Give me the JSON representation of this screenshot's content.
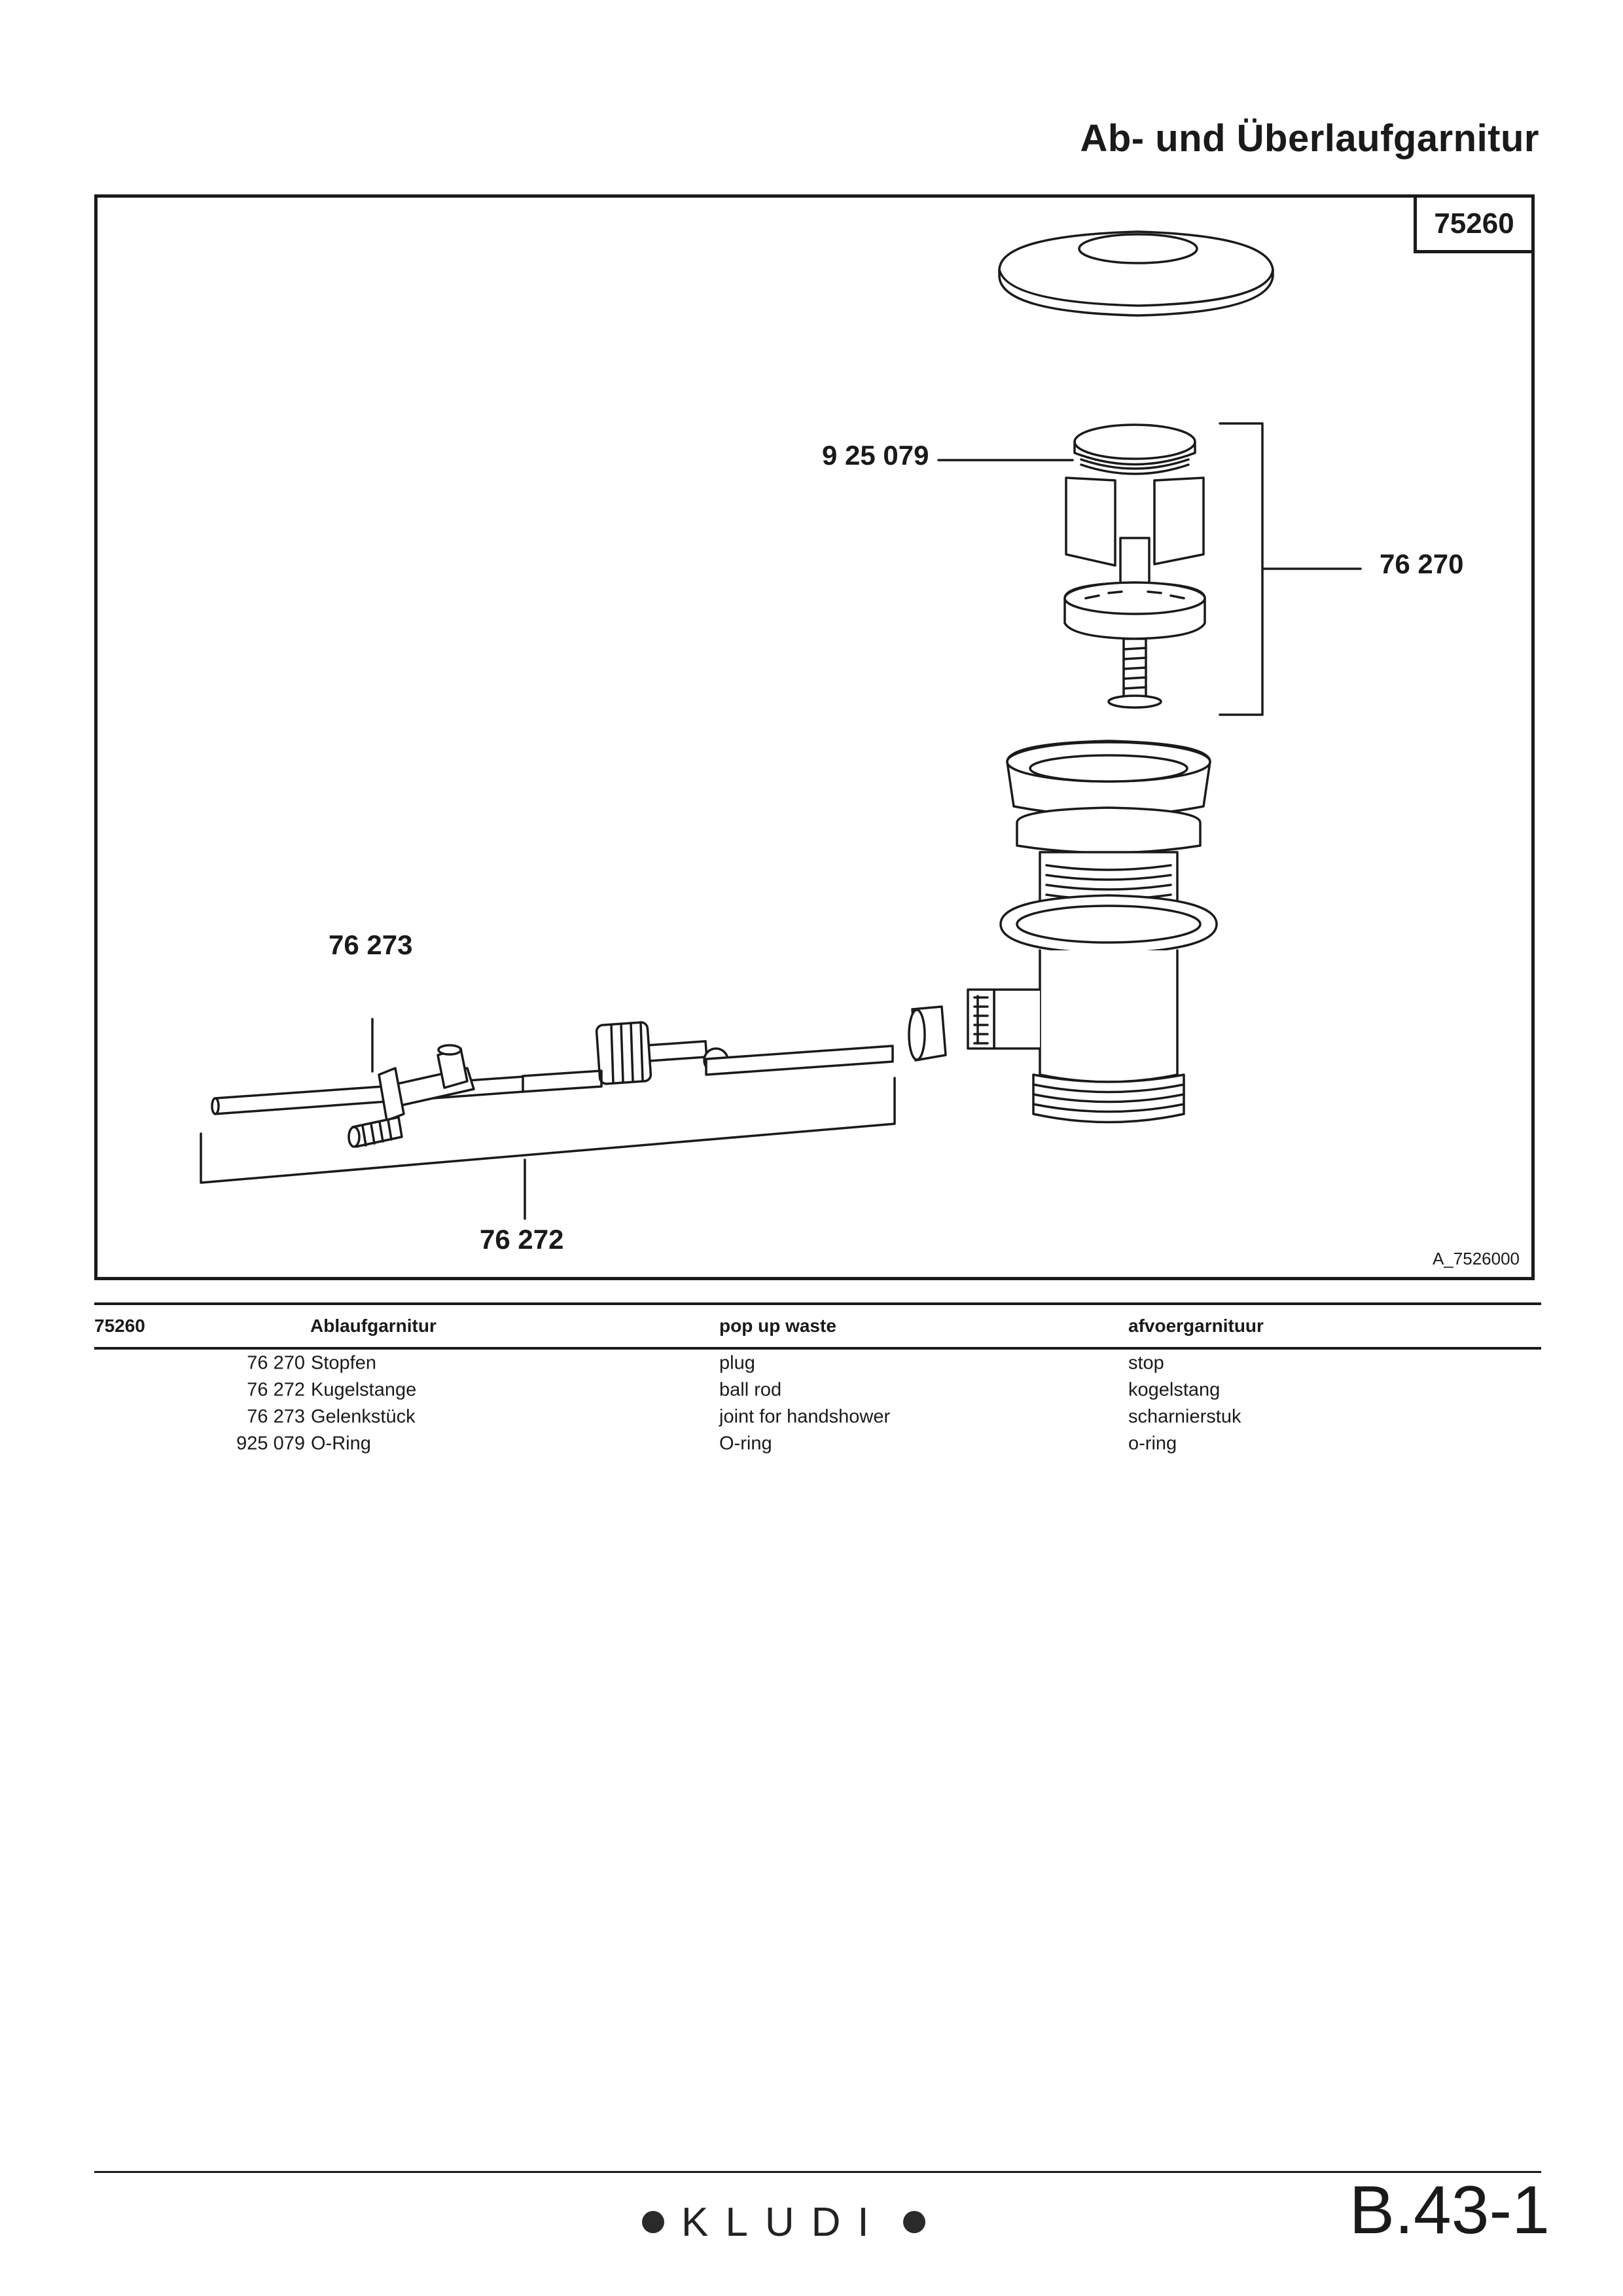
{
  "page": {
    "title": "Ab- und Überlaufgarnitur",
    "page_number": "B.43-1",
    "brand": "KLUDI"
  },
  "drawing": {
    "article_number": "75260",
    "drawing_id": "A_7526000",
    "callouts": {
      "o_ring": "9 25 079",
      "plug": "76 270",
      "joint": "76 273",
      "ball_rod": "76 272"
    }
  },
  "parts_list": {
    "header": {
      "code": "75260",
      "de": "Ablaufgarnitur",
      "en": "pop up waste",
      "nl": "afvoergarnituur"
    },
    "rows": [
      {
        "number": "76 270",
        "de": "Stopfen",
        "en": "plug",
        "nl": "stop"
      },
      {
        "number": "76 272",
        "de": "Kugelstange",
        "en": "ball rod",
        "nl": "kogelstang"
      },
      {
        "number": "76 273",
        "de": "Gelenkstück",
        "en": "joint for handshower",
        "nl": "scharnierstuk"
      },
      {
        "number": "925 079",
        "de": "O-Ring",
        "en": "O-ring",
        "nl": "o-ring"
      }
    ]
  }
}
